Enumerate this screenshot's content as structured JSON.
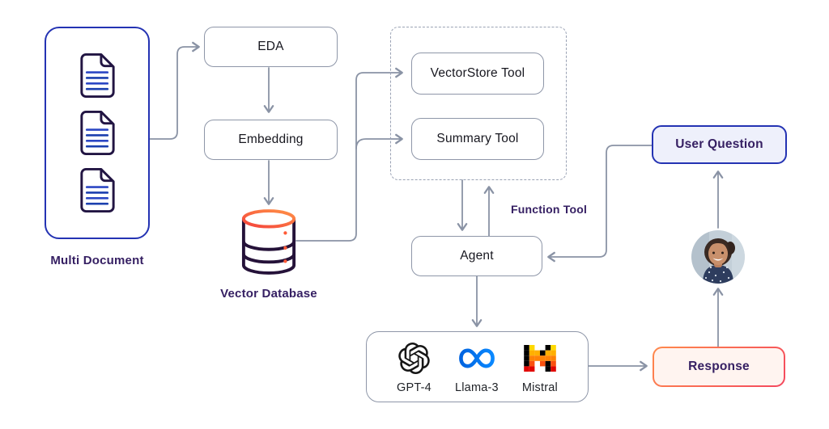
{
  "diagram_type": "flowchart",
  "colors": {
    "wire_gray": "#8a93a5",
    "box_border_gray": "#8e96a8",
    "text_dark": "#17171f",
    "text_purple": "#362063",
    "accent_blue": "#2433b3",
    "user_question_fill": "#eef0fb",
    "response_fill": "#fff4f0",
    "response_border_start": "#ff8a4c",
    "response_border_end": "#f4475e",
    "db_body_dark": "#251239",
    "db_top_orange_start": "#f4433c",
    "db_top_orange_end": "#ff9046",
    "doc_outline": "#221543",
    "doc_lines": "#2c47c4",
    "meta_blue_start": "#0064e0",
    "meta_blue_end": "#0a88ff",
    "mistral_yellow": "#ffd800",
    "mistral_orange1": "#ffaf00",
    "mistral_orange2": "#ff8205",
    "mistral_orange3": "#fa500f",
    "mistral_red": "#e10500"
  },
  "nodes": {
    "multi_document": {
      "label": "Multi Document"
    },
    "eda": {
      "label": "EDA"
    },
    "embedding": {
      "label": "Embedding"
    },
    "vector_database": {
      "label": "Vector Database"
    },
    "vectorstore_tool": {
      "label": "VectorStore Tool"
    },
    "summary_tool": {
      "label": "Summary Tool"
    },
    "agent": {
      "label": "Agent"
    },
    "user_question": {
      "label": "User Question"
    },
    "response": {
      "label": "Response"
    }
  },
  "labels": {
    "function_tool": "Function Tool"
  },
  "llm_providers": [
    {
      "name": "GPT-4",
      "icon": "openai-icon"
    },
    {
      "name": "Llama-3",
      "icon": "meta-icon"
    },
    {
      "name": "Mistral",
      "icon": "mistral-icon"
    }
  ]
}
